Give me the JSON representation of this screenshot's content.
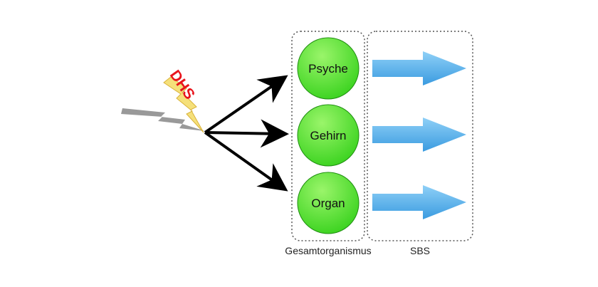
{
  "trigger": {
    "label": "DHS",
    "colors": {
      "text": "#e8141c",
      "bolt": "#f5e07a",
      "bolt_edge": "#d9b23a",
      "shadow": "#777777"
    }
  },
  "nodes": [
    {
      "id": "psyche",
      "label": "Psyche"
    },
    {
      "id": "gehirn",
      "label": "Gehirn"
    },
    {
      "id": "organ",
      "label": "Organ"
    }
  ],
  "groups": [
    {
      "id": "gesamtorganismus",
      "label": "Gesamtorganismus"
    },
    {
      "id": "sbs",
      "label": "SBS"
    }
  ],
  "colors": {
    "node_fill": "#39d21e",
    "node_highlight": "#9af56a",
    "node_edge": "#1f8e10",
    "node_text": "#111111",
    "connector": "#000000",
    "outcome_arrow": "#3a9be0",
    "outcome_arrow_light": "#8fd0f7",
    "group_border": "#555555"
  }
}
